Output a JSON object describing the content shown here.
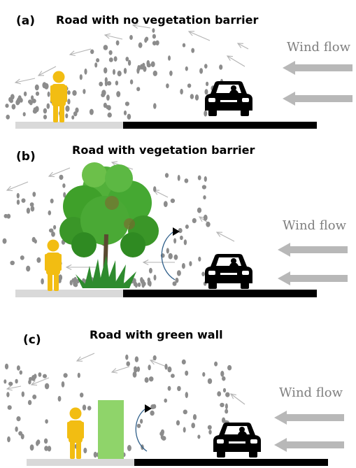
{
  "panels": [
    {
      "letter": "(a)",
      "title": "Road with no vegetation barrier",
      "wind_label": "Wind flow"
    },
    {
      "letter": "(b)",
      "title": "Road with vegetation barrier",
      "wind_label": "Wind flow"
    },
    {
      "letter": "(c)",
      "title": "Road with green wall",
      "wind_label": "Wind flow"
    }
  ],
  "colors": {
    "particle": "#8c8c8c",
    "flow_arrow": "#b3b3b3",
    "wind_arrow": "#b8b8b8",
    "sidewalk": "#d9d9d9",
    "road": "#000000",
    "pedestrian": "#f2bd12",
    "green_wall": "#8fd46a",
    "tree_foliage": "#3fa02a",
    "tree_trunk": "#6b5a3a",
    "shrub": "#2e8b2e",
    "eddy": "#2f5f8a",
    "car": "#000000"
  },
  "icons": [
    "person-icon",
    "car-icon",
    "tree-icon",
    "shrub-icon",
    "green-wall",
    "eddy-arrow-icon",
    "wind-arrow-icon"
  ]
}
